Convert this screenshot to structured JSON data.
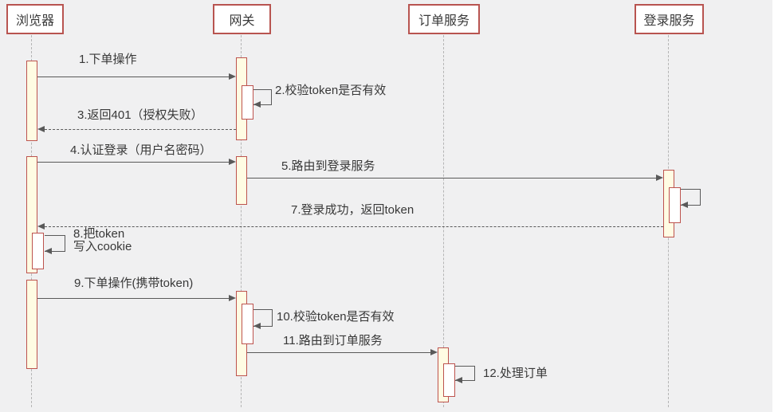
{
  "diagram": {
    "type": "sequence-diagram",
    "participants": [
      {
        "id": "browser",
        "label": "浏览器"
      },
      {
        "id": "gateway",
        "label": "网关"
      },
      {
        "id": "order-service",
        "label": "订单服务"
      },
      {
        "id": "login-service",
        "label": "登录服务"
      }
    ],
    "messages": [
      {
        "seq": 1,
        "label": "1.下单操作",
        "from": "browser",
        "to": "gateway",
        "line": "solid"
      },
      {
        "seq": 2,
        "label": "2.校验token是否有效",
        "from": "gateway",
        "to": "gateway",
        "line": "self"
      },
      {
        "seq": 3,
        "label": "3.返回401（授权失败）",
        "from": "gateway",
        "to": "browser",
        "line": "dashed"
      },
      {
        "seq": 4,
        "label": "4.认证登录（用户名密码）",
        "from": "browser",
        "to": "gateway",
        "line": "solid"
      },
      {
        "seq": 5,
        "label": "5.路由到登录服务",
        "from": "gateway",
        "to": "login-service",
        "line": "solid"
      },
      {
        "seq": 6,
        "label": "",
        "from": "login-service",
        "to": "login-service",
        "line": "self"
      },
      {
        "seq": 7,
        "label": "7.登录成功，返回token",
        "from": "login-service",
        "to": "browser",
        "line": "dashed"
      },
      {
        "seq": 8,
        "label": "8.把token\n写入cookie",
        "from": "browser",
        "to": "browser",
        "line": "self"
      },
      {
        "seq": 9,
        "label": "9.下单操作(携带token)",
        "from": "browser",
        "to": "gateway",
        "line": "solid"
      },
      {
        "seq": 10,
        "label": "10.校验token是否有效",
        "from": "gateway",
        "to": "gateway",
        "line": "self"
      },
      {
        "seq": 11,
        "label": "11.路由到订单服务",
        "from": "gateway",
        "to": "order-service",
        "line": "solid"
      },
      {
        "seq": 12,
        "label": "12.处理订单",
        "from": "order-service",
        "to": "order-service",
        "line": "self"
      }
    ],
    "colors": {
      "background": "#f0f0f1",
      "participant_fill": "#ffffff",
      "participant_border": "#b85450",
      "activation_fill": "#fffce3",
      "activation_border": "#bd534e",
      "message_line": "#595959",
      "lifeline": "#b5b5b5",
      "text": "#383838"
    }
  }
}
